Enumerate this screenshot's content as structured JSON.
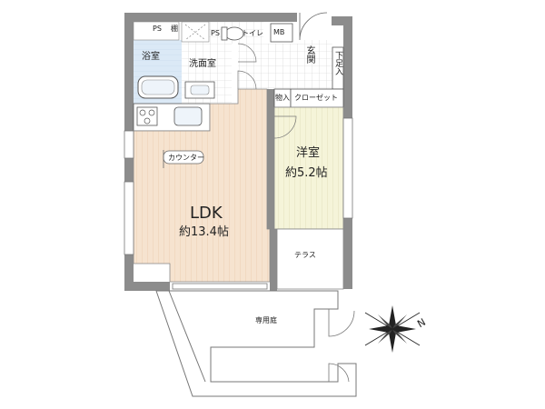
{
  "rooms": {
    "ldk": {
      "name": "LDK",
      "size": "約13.4帖"
    },
    "western": {
      "name": "洋室",
      "size": "約5.2帖"
    },
    "bath": "浴室",
    "washroom": "洗面室",
    "toilet": "トイレ",
    "entrance": "玄関",
    "shoe_storage": "下足入",
    "storage": "物入",
    "closet": "クローゼット",
    "terrace": "テラス",
    "garden": "専用庭",
    "counter": "カウンター",
    "ps1": "PS",
    "ps2": "PS",
    "mb": "MB",
    "fan": "棚"
  },
  "compass": {
    "north": "N"
  },
  "colors": {
    "wall": "#8c8c8c",
    "ldk_floor": "#f6e2ce",
    "western_floor": "#f4f4d8",
    "wet_floor": "#d8e8f6",
    "line": "#666666"
  }
}
